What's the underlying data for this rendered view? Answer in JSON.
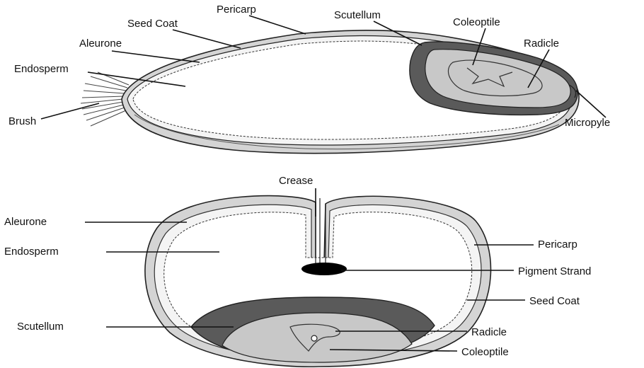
{
  "colors": {
    "background": "#ffffff",
    "outline": "#222222",
    "scutellum": "#5a5a5a",
    "embryo": "#c8c8c8",
    "pericarp_band": "#d4d4d4",
    "pigment": "#000000"
  },
  "longitudinal_section": {
    "labels": {
      "pericarp": "Pericarp",
      "seed_coat": "Seed Coat",
      "aleurone": "Aleurone",
      "endosperm": "Endosperm",
      "brush": "Brush",
      "scutellum": "Scutellum",
      "coleoptile": "Coleoptile",
      "radicle": "Radicle",
      "micropyle": "Micropyle"
    }
  },
  "cross_section": {
    "labels": {
      "crease": "Crease",
      "aleurone": "Aleurone",
      "endosperm": "Endosperm",
      "scutellum": "Scutellum",
      "pericarp": "Pericarp",
      "pigment_strand": "Pigment Strand",
      "seed_coat": "Seed Coat",
      "radicle": "Radicle",
      "coleoptile": "Coleoptile"
    }
  }
}
